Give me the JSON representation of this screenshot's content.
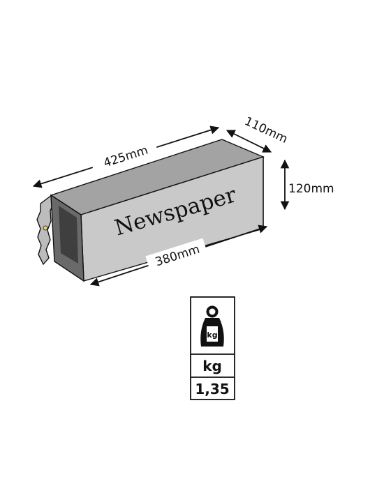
{
  "product": {
    "label": "Newspaper"
  },
  "dimensions": {
    "length_top": "425mm",
    "length_bottom": "380mm",
    "depth": "110mm",
    "height": "120mm"
  },
  "weight": {
    "icon": "kg-weight-icon",
    "icon_text": "kg",
    "unit": "kg",
    "value": "1,35"
  },
  "colors": {
    "box_front": "#c9c9c9",
    "box_top": "#a3a3a3",
    "box_end": "#bdbdbd",
    "opening": "#4a4a4a",
    "mount": "#bcbcbc",
    "arrow": "#111111"
  }
}
